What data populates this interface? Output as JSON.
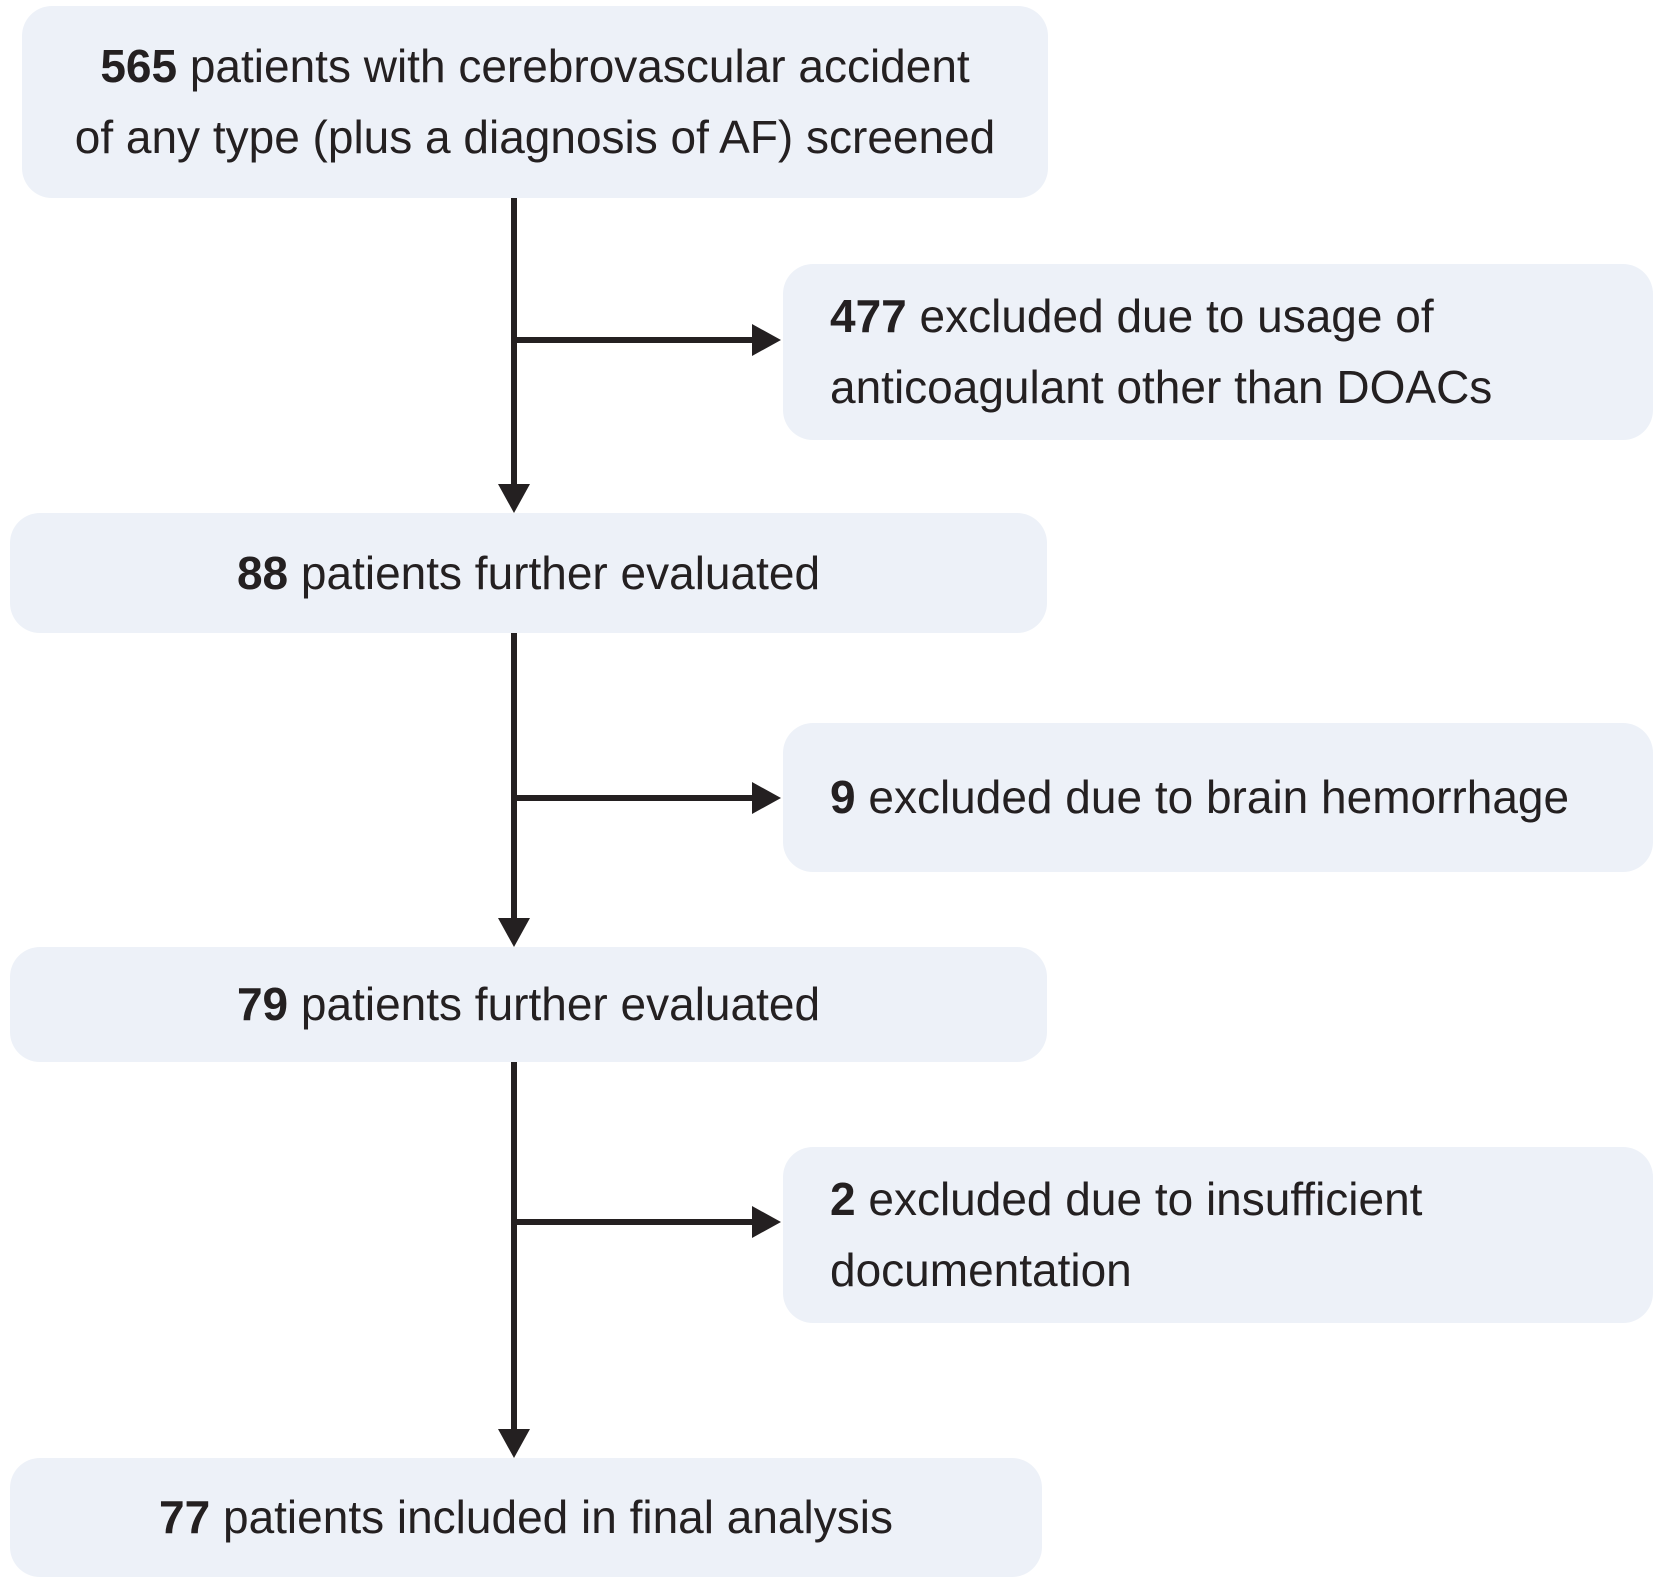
{
  "diagram": {
    "type": "flowchart",
    "description": "Patient inclusion/exclusion flow",
    "colors": {
      "box_bg": "#edf1f8",
      "line": "#242021",
      "text": "#242021"
    },
    "boxes": [
      {
        "id": "screened",
        "count": "565",
        "line1": "patients with cerebrovascular accident",
        "line2": "of any type (plus a diagnosis of AF) screened"
      },
      {
        "id": "excluded-doacs",
        "count": "477",
        "line1": "excluded due to usage of",
        "line2": "anticoagulant other than DOACs"
      },
      {
        "id": "evaluated-88",
        "count": "88",
        "line1": "patients further evaluated",
        "line2": ""
      },
      {
        "id": "excluded-hemorrhage",
        "count": "9",
        "line1": "excluded due to brain hemorrhage",
        "line2": ""
      },
      {
        "id": "evaluated-79",
        "count": "79",
        "line1": "patients further evaluated",
        "line2": ""
      },
      {
        "id": "excluded-documentation",
        "count": "2",
        "line1": "excluded due to insufficient",
        "line2": "documentation"
      },
      {
        "id": "final-analysis",
        "count": "77",
        "line1": "patients included in final analysis",
        "line2": ""
      }
    ]
  }
}
